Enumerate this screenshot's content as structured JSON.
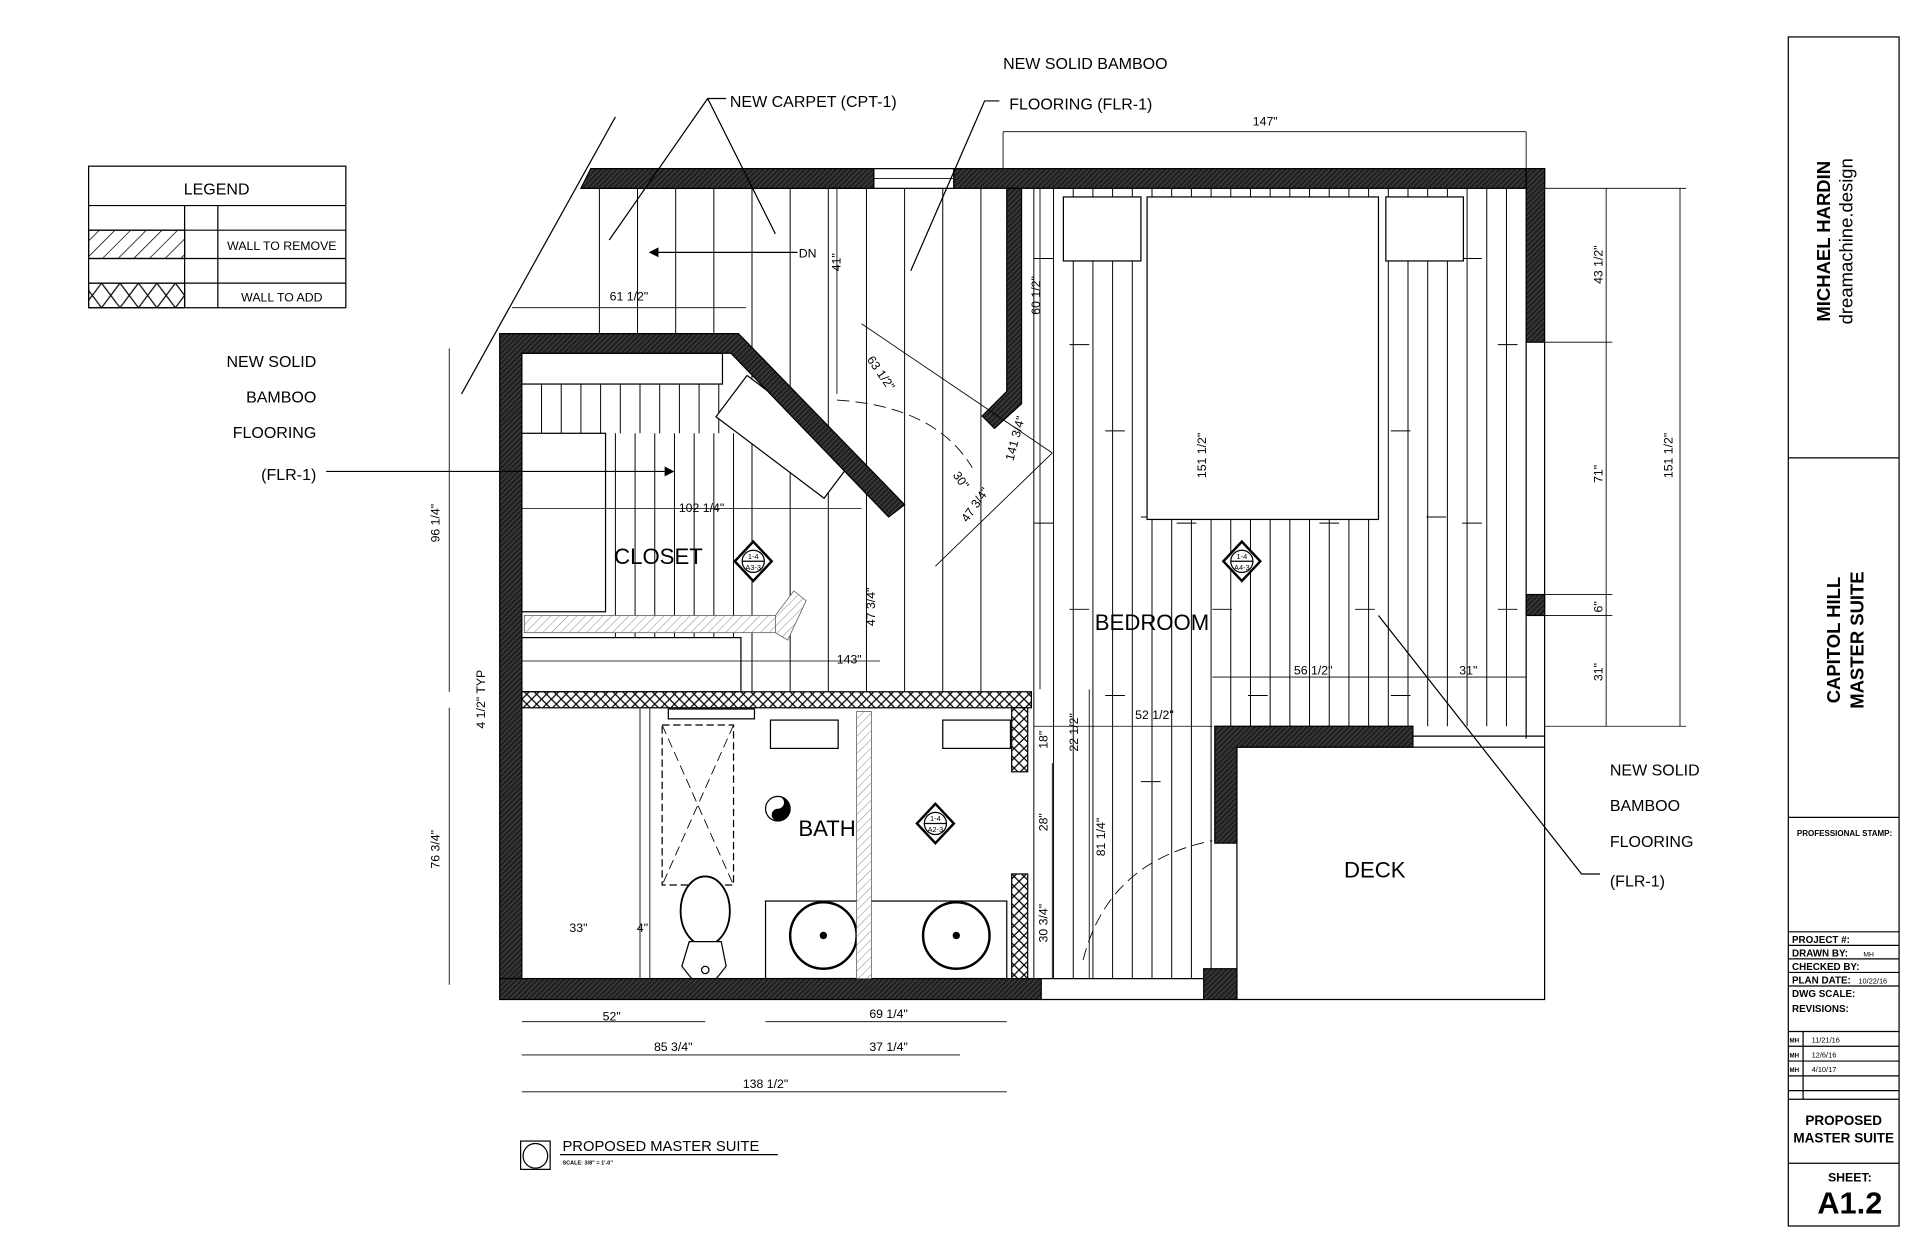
{
  "notes": {
    "new_carpet": "NEW CARPET (CPT-1)",
    "bamboo_top": [
      "NEW SOLID BAMBOO",
      "FLOORING (FLR-1)"
    ],
    "bamboo_left": [
      "NEW SOLID",
      "BAMBOO",
      "FLOORING",
      "(FLR-1)"
    ],
    "bamboo_right": [
      "NEW SOLID",
      "BAMBOO",
      "FLOORING",
      "(FLR-1)"
    ],
    "stair_dn": "DN"
  },
  "legend": {
    "title": "LEGEND",
    "items": [
      {
        "label": "WALL TO REMOVE"
      },
      {
        "label": "WALL TO ADD"
      }
    ]
  },
  "rooms": {
    "closet": "CLOSET",
    "bedroom": "BEDROOM",
    "bath": "BATH",
    "deck": "DECK"
  },
  "section_tags": [
    {
      "top": "1-4",
      "bottom": "A3-3"
    },
    {
      "top": "1-4",
      "bottom": "A4-3"
    },
    {
      "top": "1-4",
      "bottom": "A2-3"
    }
  ],
  "dimensions": {
    "d147": "147\"",
    "d61": "61 1/2\"",
    "d41": "41\"",
    "d60": "60 1/2\"",
    "d63": "63 1/2\"",
    "d30": "30\"",
    "d141": "141 3/4\"",
    "d47diag": "47 3/4\"",
    "d102": "102 1/4\"",
    "d96": "96 1/4\"",
    "d47v": "47 3/4\"",
    "d143": "143\"",
    "d151bed": "151 1/2\"",
    "d43": "43 1/2\"",
    "d71": "71\"",
    "d6": "6\"",
    "d31v": "31\"",
    "d151r": "151 1/2\"",
    "d56": "56 1/2\"",
    "d31h": "31\"",
    "d52h": "52 1/2\"",
    "d22": "22 1/2\"",
    "d18": "18\"",
    "d28": "28\"",
    "d81": "81 1/4\"",
    "d30b": "30 3/4\"",
    "d4typ": "4 1/2\" TYP",
    "d76": "76 3/4\"",
    "d33": "33\"",
    "d4": "4\"",
    "d52": "52\"",
    "d69": "69 1/4\"",
    "d85": "85 3/4\"",
    "d37": "37 1/4\"",
    "d138": "138 1/2\""
  },
  "drawing_title": {
    "title": "PROPOSED MASTER SUITE",
    "scale": "SCALE: 3/8\" = 1'-0\""
  },
  "title_block": {
    "designer": "MICHAEL HARDIN",
    "website": "dreamachine.design",
    "project_line1": "CAPITOL HILL",
    "project_line2": "MASTER SUITE",
    "stamp": "PROFESSIONAL STAMP:",
    "fields": [
      {
        "label": "PROJECT #:",
        "value": ""
      },
      {
        "label": "DRAWN BY:",
        "value": "MH"
      },
      {
        "label": "CHECKED BY:",
        "value": ""
      },
      {
        "label": "PLAN DATE:",
        "value": "10/22/16"
      },
      {
        "label": "DWG SCALE:",
        "value": ""
      }
    ],
    "revisions_label": "REVISIONS:",
    "revisions": [
      {
        "by": "MH",
        "date": "11/21/16"
      },
      {
        "by": "MH",
        "date": "12/6/16"
      },
      {
        "by": "MH",
        "date": "4/10/17"
      }
    ],
    "sheet_title_1": "PROPOSED",
    "sheet_title_2": "MASTER SUITE",
    "sheet_label": "SHEET:",
    "sheet_number": "A1.2"
  }
}
